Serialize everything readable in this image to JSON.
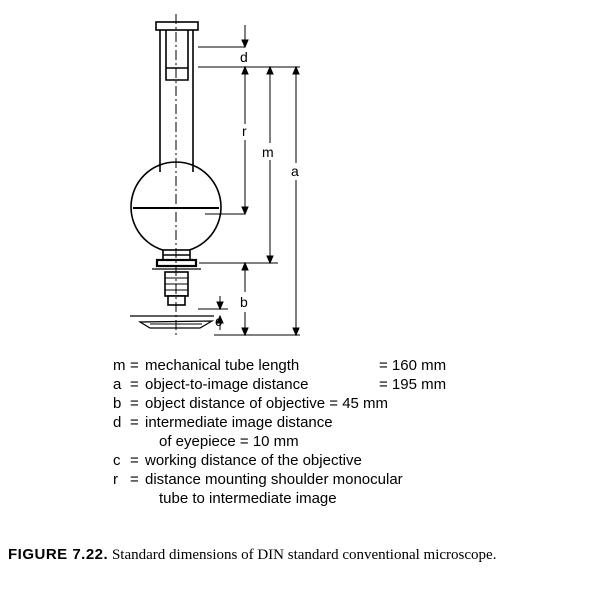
{
  "diagram": {
    "labels": {
      "d": "d",
      "r": "r",
      "m": "m",
      "a": "a",
      "b": "b",
      "c": "c"
    }
  },
  "legend": [
    {
      "symbol": "m",
      "description": "mechanical tube length",
      "value": "= 160 mm"
    },
    {
      "symbol": "a",
      "description": "object-to-image distance",
      "value": "= 195 mm"
    },
    {
      "symbol": "b",
      "description": "object distance of objective = 45 mm",
      "value": ""
    },
    {
      "symbol": "d",
      "description": "intermediate image distance",
      "value": ""
    },
    {
      "symbol": "",
      "description": "of eyepiece = 10 mm",
      "value": ""
    },
    {
      "symbol": "c",
      "description": "working distance of the objective",
      "value": ""
    },
    {
      "symbol": "r",
      "description": "distance mounting shoulder monocular",
      "value": ""
    },
    {
      "symbol": "",
      "description": "tube to intermediate image",
      "value": ""
    }
  ],
  "caption": {
    "label": "FIGURE 7.22.",
    "text": "Standard dimensions of DIN standard conventional microscope."
  }
}
